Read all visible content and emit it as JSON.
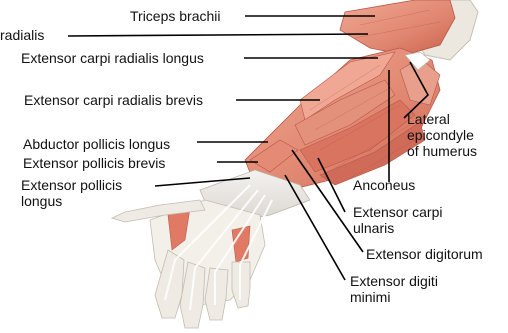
{
  "labels": {
    "triceps_brachii": "Triceps brachii",
    "brachioradialis": "radialis",
    "ecr_longus": "Extensor carpi radialis longus",
    "ecr_brevis": "Extensor carpi radialis brevis",
    "abductor_pollicis_longus": "Abductor pollicis longus",
    "extensor_pollicis_brevis": "Extensor pollicis brevis",
    "extensor_pollicis_longus": "Extensor pollicis\nlongus",
    "lateral_epicondyle": "Lateral\nepicondyle\nof humerus",
    "anconeus": "Anconeus",
    "extensor_carpi_ulnaris": "Extensor carpi\nulnaris",
    "extensor_digitorum": "Extensor digitorum",
    "extensor_digiti_minimi": "Extensor digiti\nminimi"
  },
  "colors": {
    "muscle": "#e8907a",
    "muscle_dark": "#c9604c",
    "muscle_light": "#f2b8a6",
    "tendon": "#e9e6e2",
    "bone": "#f2efe8",
    "leader_line": "#000000"
  }
}
